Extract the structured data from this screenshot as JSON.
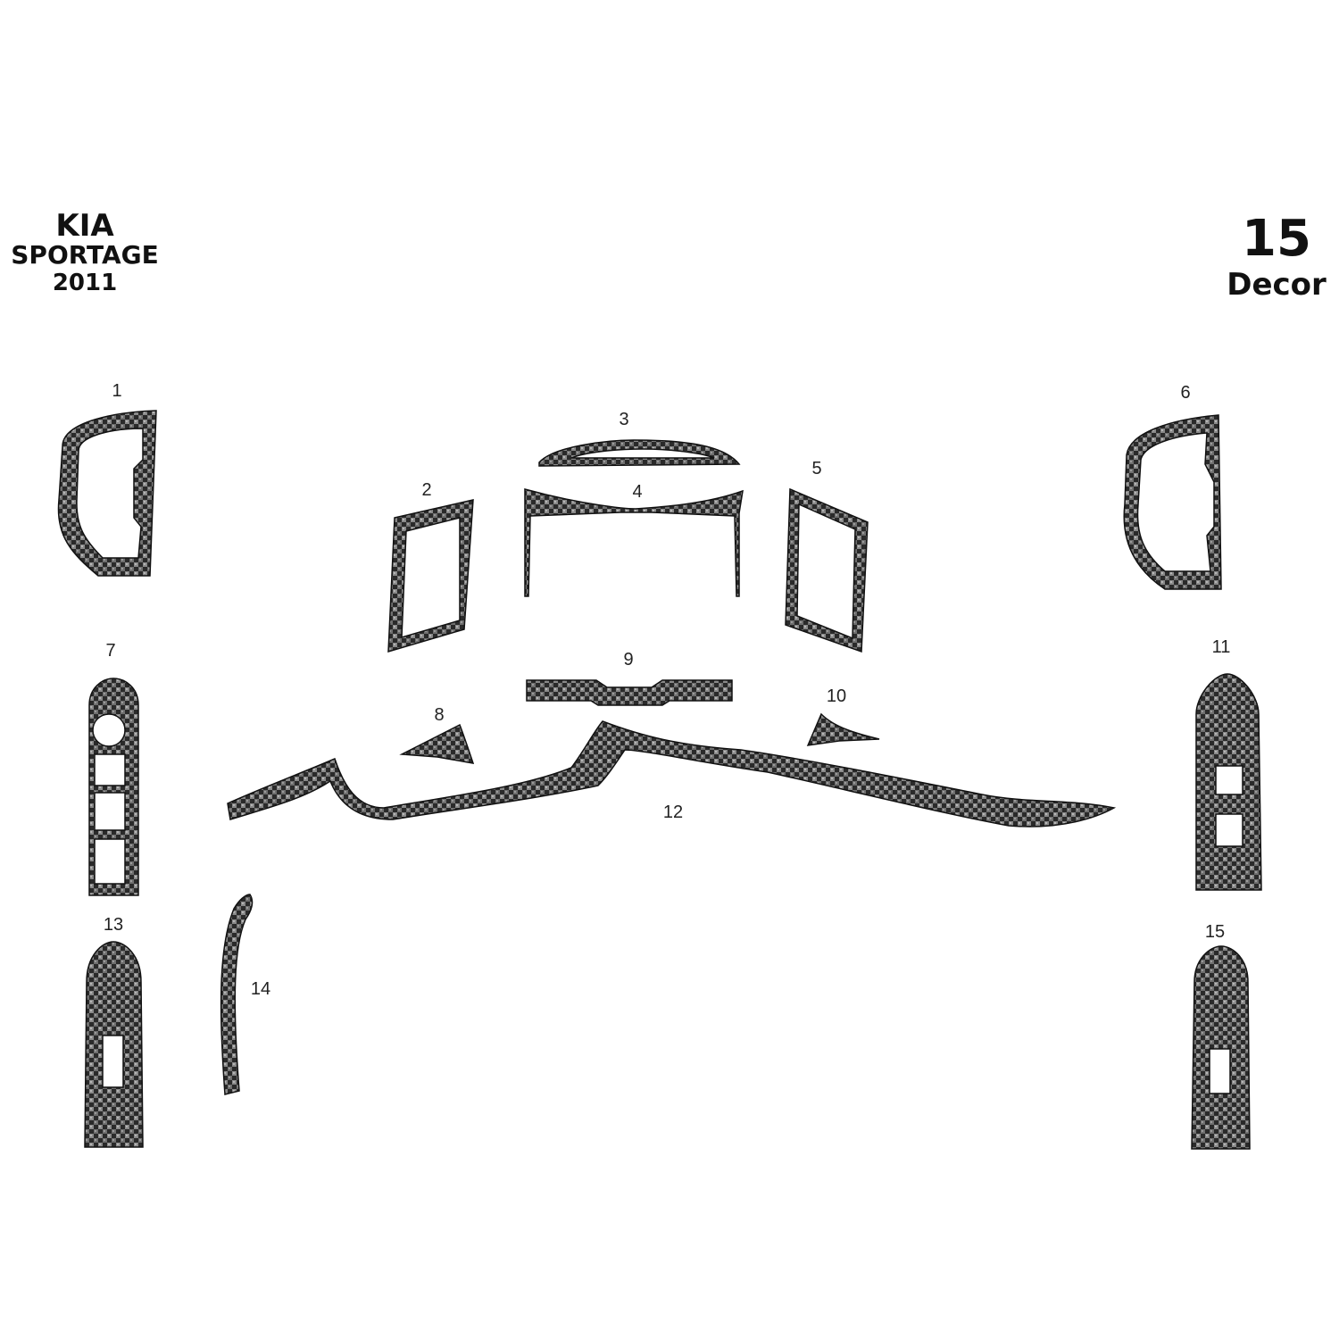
{
  "header": {
    "make": "KIA",
    "model": "SPORTAGE",
    "year": "2011",
    "piece_count": "15",
    "kit_label": "Decor"
  },
  "parts": [
    {
      "id": 1,
      "label": "1"
    },
    {
      "id": 2,
      "label": "2"
    },
    {
      "id": 3,
      "label": "3"
    },
    {
      "id": 4,
      "label": "4"
    },
    {
      "id": 5,
      "label": "5"
    },
    {
      "id": 6,
      "label": "6"
    },
    {
      "id": 7,
      "label": "7"
    },
    {
      "id": 8,
      "label": "8"
    },
    {
      "id": 9,
      "label": "9"
    },
    {
      "id": 10,
      "label": "10"
    },
    {
      "id": 11,
      "label": "11"
    },
    {
      "id": 12,
      "label": "12"
    },
    {
      "id": 13,
      "label": "13"
    },
    {
      "id": 14,
      "label": "14"
    },
    {
      "id": 15,
      "label": "15"
    }
  ],
  "colors": {
    "carbon_dark": "#2a2a2a",
    "carbon_light": "#8a8a8a",
    "carbon_edge": "#111111"
  }
}
